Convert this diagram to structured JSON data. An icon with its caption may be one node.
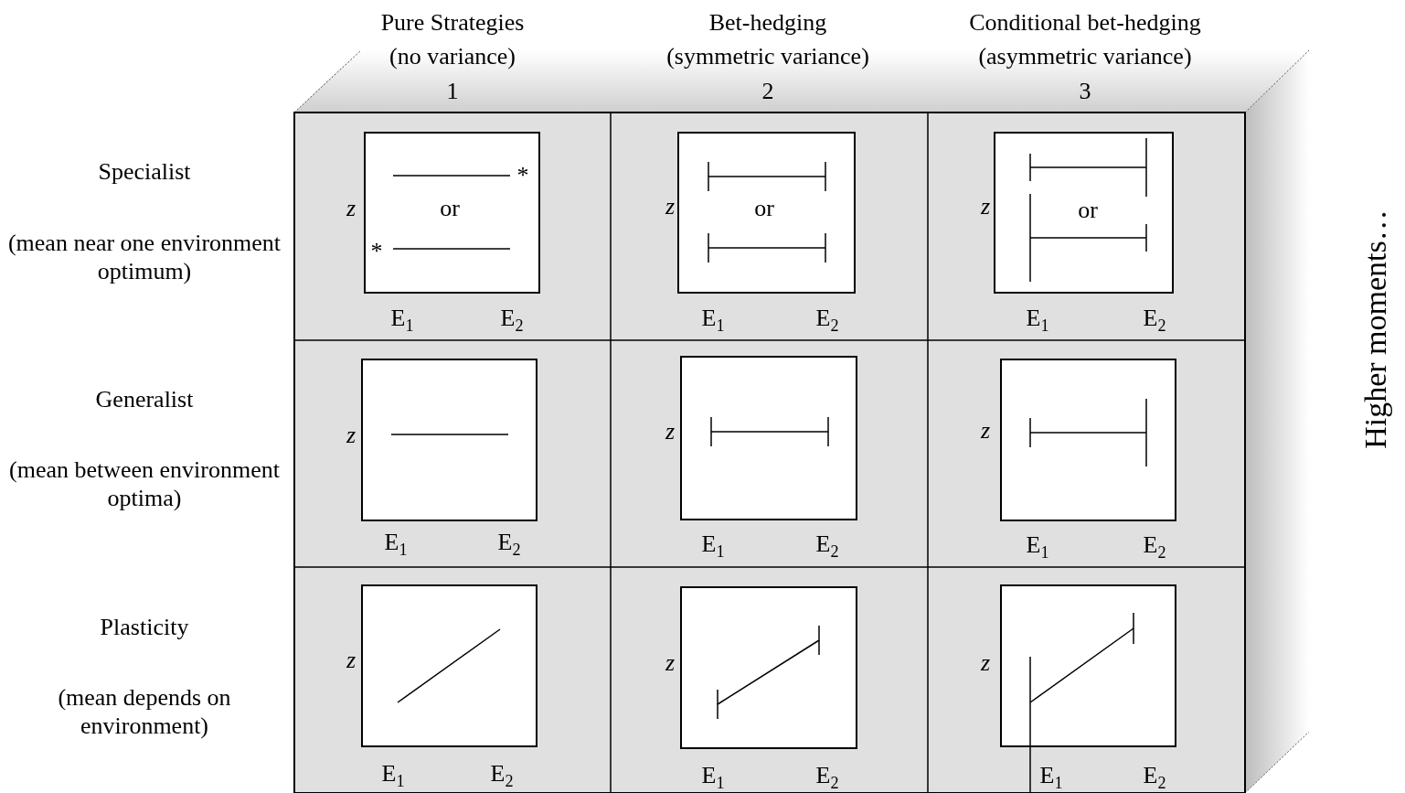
{
  "diagram": {
    "labels": [
      "Pure Strategies",
      "(no variance)",
      "1",
      "Bet-hedging",
      "(symmetric variance)",
      "2",
      "Conditional bet-hedging",
      "(asymmetric variance)",
      "3",
      "Specialist",
      "(mean near one environment optimum)",
      "z",
      "*",
      "or",
      "*",
      "E$_{1}$",
      "E$_{2}$",
      "z",
      "or",
      "E$_{1}$",
      "E$_{2}$",
      "z",
      "or",
      "E$_{1}$",
      "E$_{2}$",
      "Generalist",
      "(mean between environment optima)",
      "z",
      "E$_{1}$",
      "E$_{2}$",
      "z",
      "E$_{1}$",
      "E$_{2}$",
      "z",
      "E$_{1}$",
      "E$_{2}$",
      "Plasticity",
      "(mean depends on environment)",
      "z",
      "E$_{1}$",
      "E$_{2}$",
      "z",
      "E$_{1}$",
      "E$_{2}$",
      "z",
      "E$_{1}$",
      "E$_{2}$",
      "Higher moments…"
    ]
  }
}
